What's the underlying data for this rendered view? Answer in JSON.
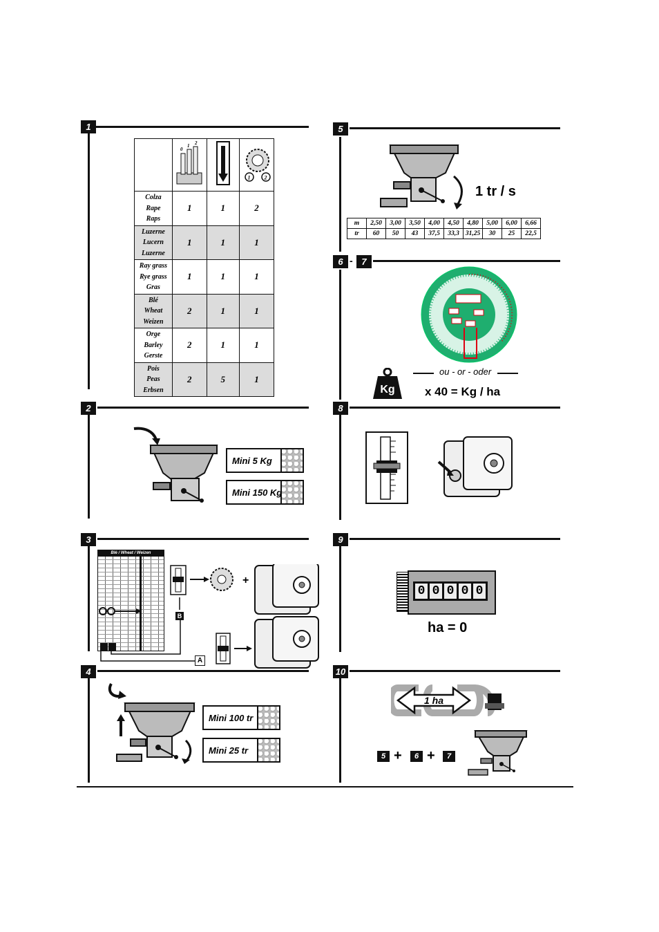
{
  "steps": [
    "1",
    "2",
    "3",
    "4",
    "5",
    "6",
    "7",
    "8",
    "9",
    "10"
  ],
  "step1": {
    "header_numbers": [
      "0",
      "1",
      "2"
    ],
    "rows": [
      {
        "names": [
          "Colza",
          "Rape",
          "Raps"
        ],
        "v": [
          "1",
          "1",
          "2"
        ]
      },
      {
        "names": [
          "Luzerne",
          "Lucern",
          "Luzerne"
        ],
        "v": [
          "1",
          "1",
          "1"
        ]
      },
      {
        "names": [
          "Ray grass",
          "Rye grass",
          "Gras"
        ],
        "v": [
          "1",
          "1",
          "1"
        ]
      },
      {
        "names": [
          "Blé",
          "Wheat",
          "Weizen"
        ],
        "v": [
          "2",
          "1",
          "1"
        ]
      },
      {
        "names": [
          "Orge",
          "Barley",
          "Gerste"
        ],
        "v": [
          "2",
          "1",
          "1"
        ]
      },
      {
        "names": [
          "Pois",
          "Peas",
          "Erbsen"
        ],
        "v": [
          "2",
          "5",
          "1"
        ]
      }
    ],
    "gear_labels": [
      "1",
      "2"
    ]
  },
  "step2": {
    "boxes": [
      "Mini 5 Kg",
      "Mini 150 Kg"
    ]
  },
  "step3": {
    "table_title": "Blé / Wheat / Weizen",
    "ref_a": "A",
    "ref_b": "B",
    "plus": "+"
  },
  "step4": {
    "boxes": [
      "Mini 100 tr",
      "Mini 25 tr"
    ]
  },
  "step5": {
    "speed": "1 tr / s",
    "row_m_label": "m",
    "row_tr_label": "tr",
    "m": [
      "2,50",
      "3,00",
      "3,50",
      "4,00",
      "4,50",
      "4,80",
      "5,00",
      "6,00",
      "6,66"
    ],
    "tr": [
      "60",
      "50",
      "43",
      "37,5",
      "33,3",
      "31,25",
      "30",
      "25",
      "22,5"
    ]
  },
  "step67": {
    "sep": "-",
    "or_text": "ou - or - oder",
    "formula": "x 40  =  Kg / ha",
    "kg": "Kg"
  },
  "step9": {
    "digits": [
      "0",
      "0",
      "0",
      "0",
      "0"
    ],
    "result": "ha = 0"
  },
  "step10": {
    "distance": "1 ha",
    "formula_refs": [
      "5",
      "6",
      "7"
    ],
    "plus": "+"
  }
}
